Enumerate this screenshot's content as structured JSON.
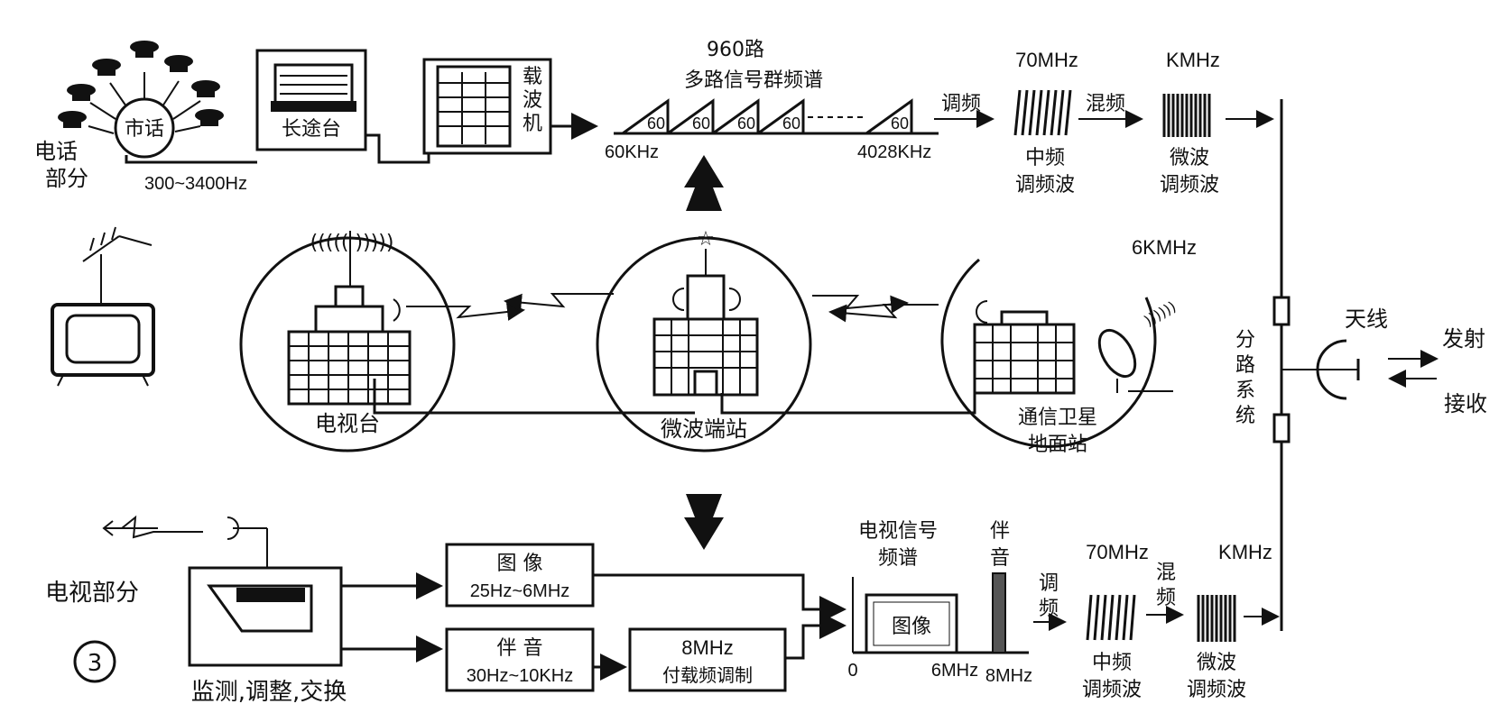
{
  "figure_number": "③",
  "telephone": {
    "section_label": "电话部分",
    "exchange": "市话",
    "band": "300~3400Hz",
    "toll_office": "长途台",
    "carrier": "载波机"
  },
  "multiplex": {
    "title_count": "960路",
    "title": "多路信号群频谱",
    "group_label": "60",
    "start_freq": "60KHz",
    "end_freq": "4028KHz",
    "fm_label": "调频",
    "if_freq": "70MHz",
    "if_wave": "中频调频波",
    "mix_label": "混频",
    "rf_freq": "KMHz",
    "rf_wave": "微波调频波"
  },
  "stations": {
    "tv_station": "电视台",
    "microwave_terminal": "微波端站",
    "satellite_ground": "通信卫星地面站",
    "satellite_freq": "6KMHz"
  },
  "antenna": {
    "branching": "分路系统",
    "antenna_label": "天线",
    "transmit": "发射",
    "receive": "接收"
  },
  "tv_section": {
    "section_label": "电视部分",
    "monitor": "监测,调整,交换",
    "video_label": "图 像",
    "video_band": "25Hz~6MHz",
    "audio_label": "伴 音",
    "audio_band": "30Hz~10KHz",
    "subcarrier_freq": "8MHz",
    "subcarrier_mod": "付载频调制",
    "spectrum_title": "电视信号频谱",
    "spectrum_video": "图像",
    "spectrum_audio": "伴音",
    "axis_zero": "0",
    "axis_6": "6MHz",
    "axis_8": "8MHz",
    "fm_label": "调频",
    "if_freq": "70MHz",
    "if_wave": "中频调频波",
    "mix_label": "混频",
    "rf_freq": "KMHz",
    "rf_wave": "微波调频波"
  }
}
